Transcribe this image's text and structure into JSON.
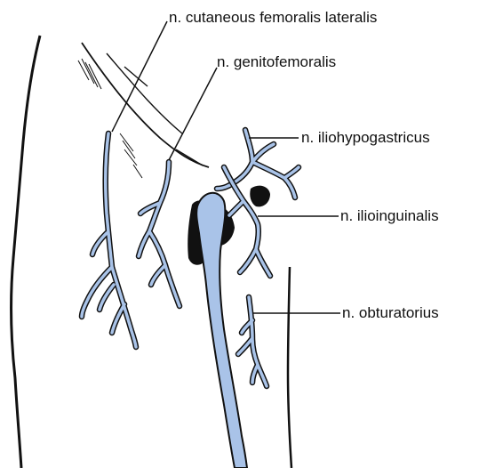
{
  "labels": {
    "cutaneous_femoralis_lateralis": "n. cutaneous femoralis lateralis",
    "genitofemoralis": "n. genitofemoralis",
    "iliohypogastricus": "n. iliohypogastricus",
    "ilioinguinalis": "n. ilioinguinalis",
    "obturatorius": "n. obturatorius"
  },
  "colors": {
    "nerve_fill": "#a9c3e8",
    "outline": "#111111",
    "background": "#ffffff"
  }
}
